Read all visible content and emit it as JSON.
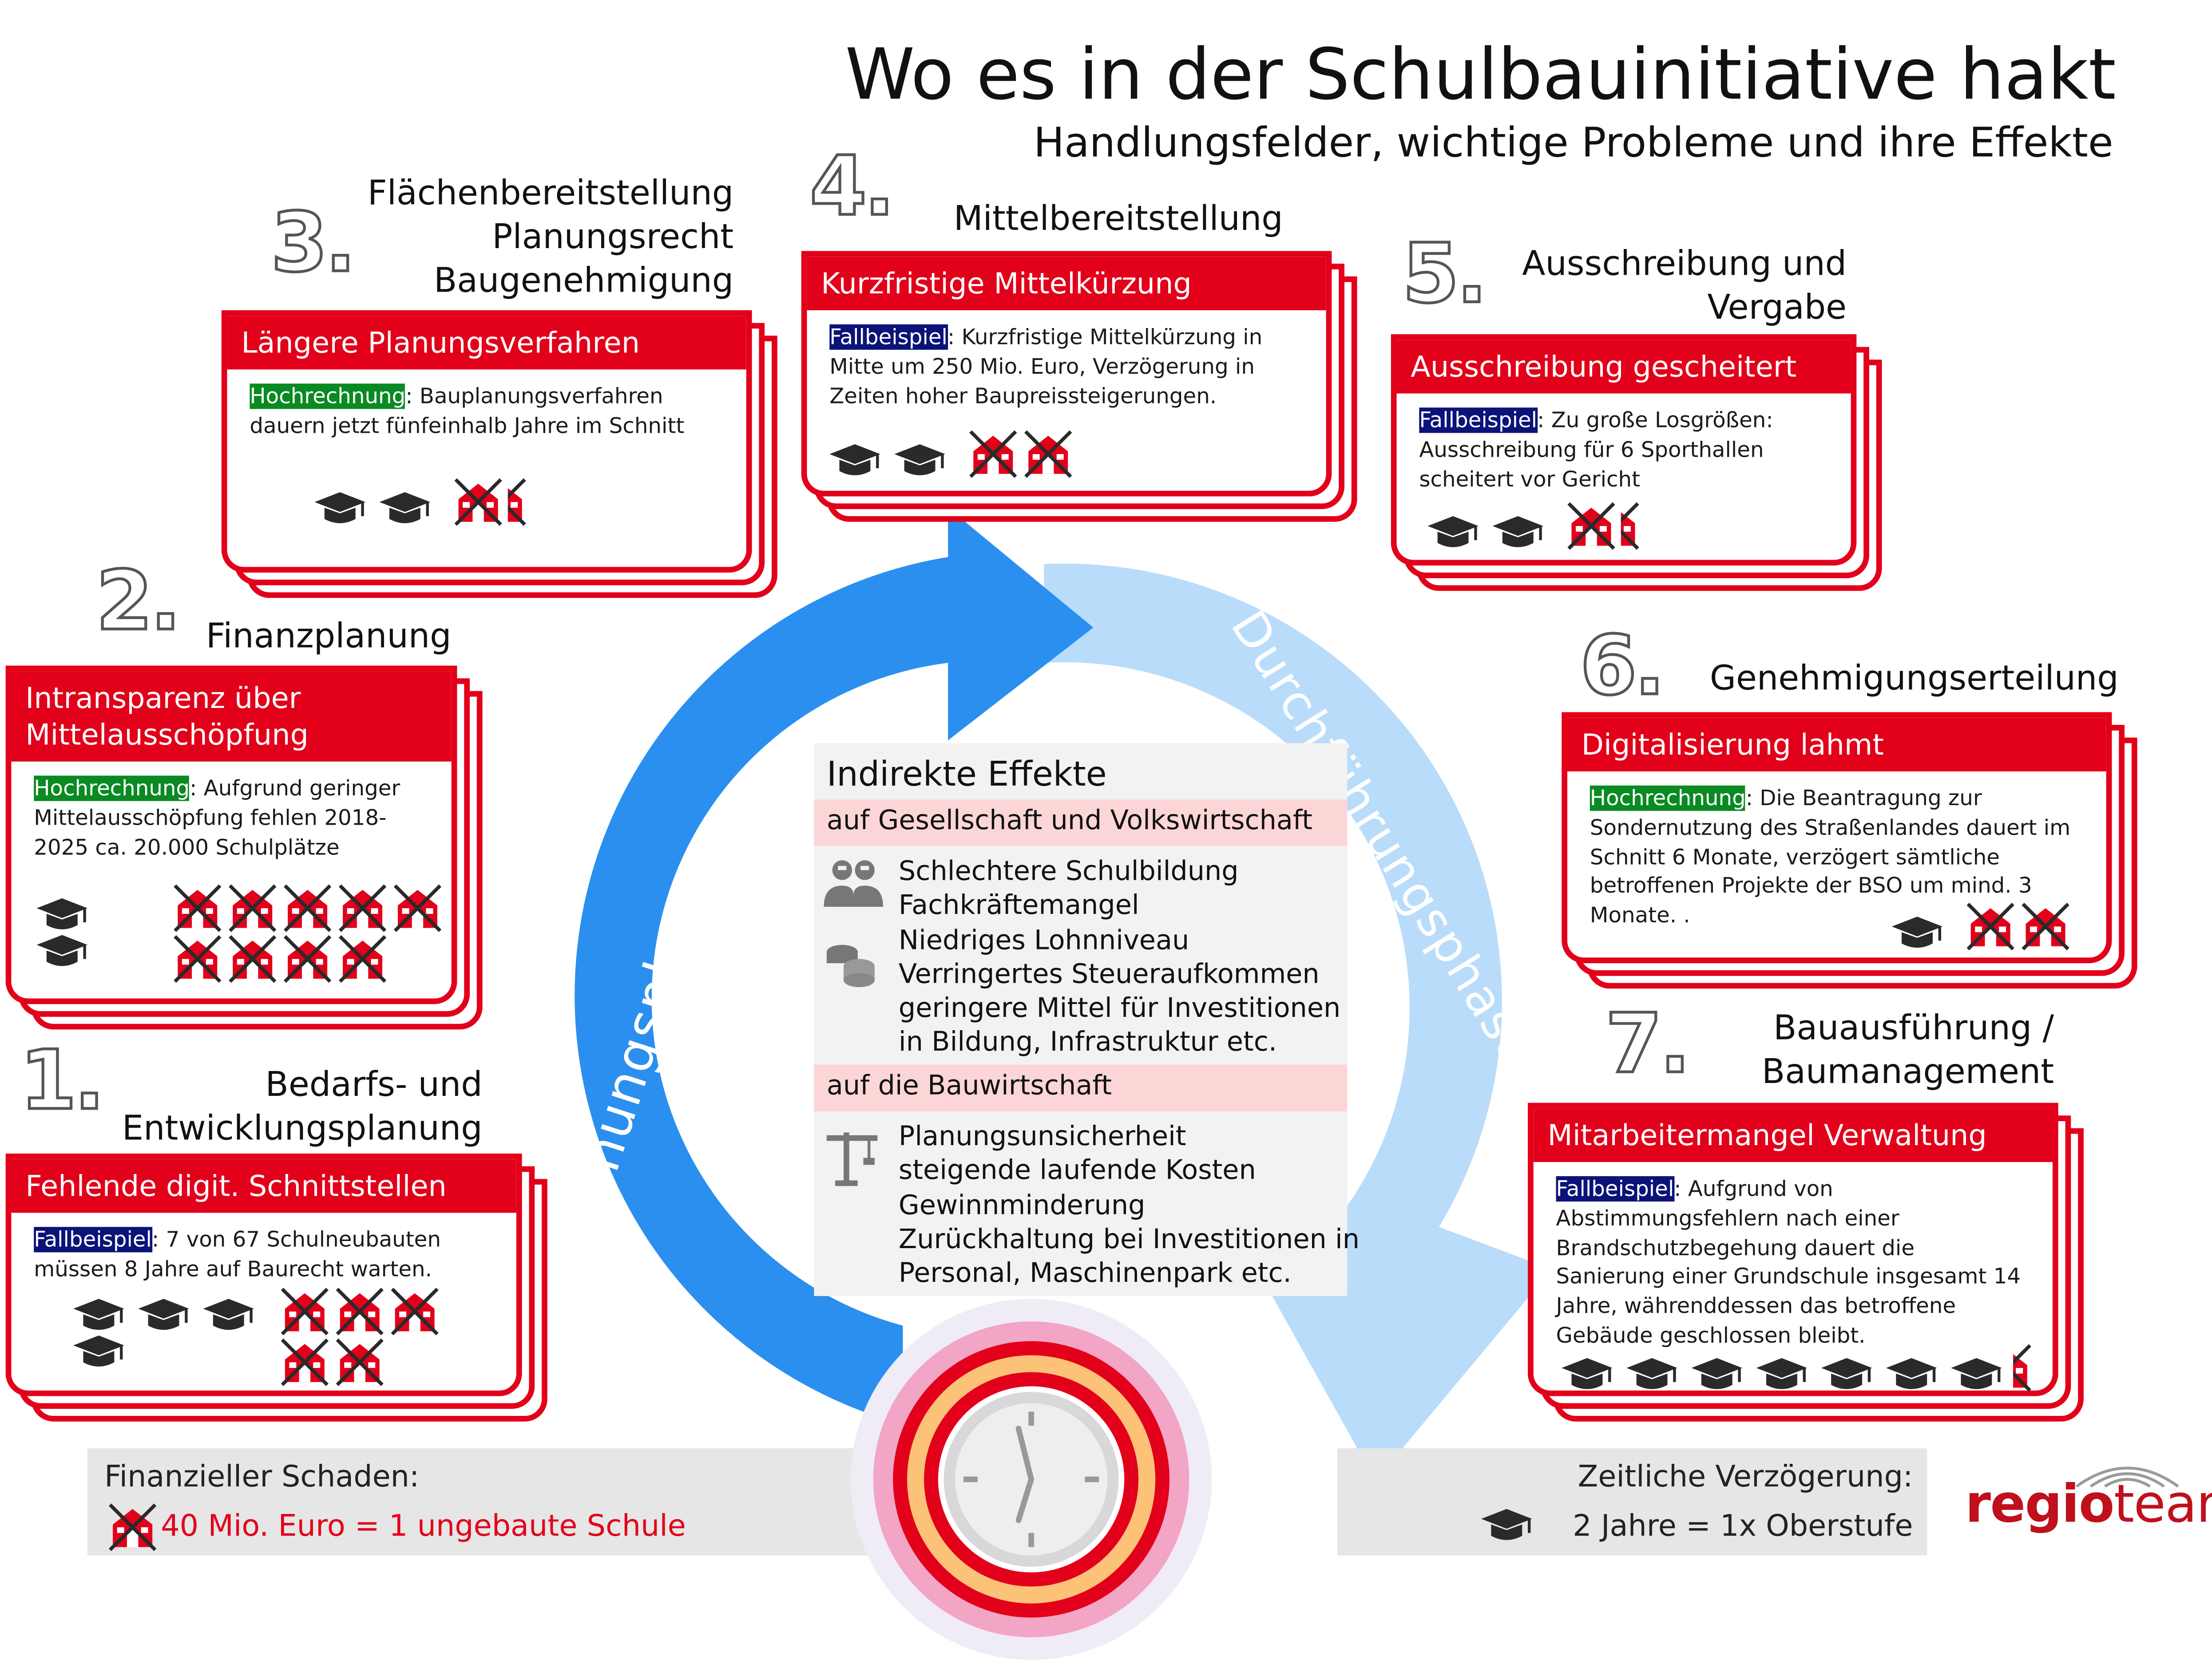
{
  "title": "Wo es in der Schulbauinitiative hakt",
  "subtitle": "Handlungsfelder, wichtige Probleme und ihre Effekte",
  "phases": {
    "planning": "Planungsphase",
    "execution": "Durchführungsphase"
  },
  "fields": [
    {
      "num": "1.",
      "label": "Bedarfs- und\nEntwicklungsplanung",
      "header": "Fehlende digit. Schnittstellen",
      "tag": "Fallbeispiel",
      "text": ": 7 von 67 Schulneubauten müssen 8 Jahre auf  Baurecht warten.",
      "caps": 4,
      "schools": 5,
      "partial": false
    },
    {
      "num": "2.",
      "label": "Finanzplanung",
      "header": "Intransparenz über\nMittelausschöpfung",
      "tag": "Hochrechnung",
      "text": ": Aufgrund geringer Mittelausschöpfung fehlen 2018-2025 ca. 20.000 Schulplätze",
      "caps": 2,
      "schools": 9,
      "partial": false
    },
    {
      "num": "3.",
      "label": "Flächenbereitstellung\nPlanungsrecht\nBaugenehmigung",
      "header": "Längere Planungsverfahren",
      "tag": "Hochrechnung",
      "text": ": Bauplanungsverfahren dauern jetzt fünfeinhalb Jahre im Schnitt",
      "caps": 2,
      "schools": 1,
      "partial": true
    },
    {
      "num": "4.",
      "label": "Mittelbereitstellung",
      "header": "Kurzfristige Mittelkürzung",
      "tag": "Fallbeispiel",
      "text": ": Kurzfristige Mittelkürzung in Mitte um 250 Mio. Euro, Verzögerung in Zeiten hoher Baupreissteigerungen.",
      "caps": 2,
      "schools": 2,
      "partial": false
    },
    {
      "num": "5.",
      "label": "Ausschreibung und\nVergabe",
      "header": "Ausschreibung gescheitert",
      "tag": "Fallbeispiel",
      "text": ": Zu große Losgrößen: Ausschreibung für 6 Sporthallen scheitert vor Gericht",
      "caps": 2,
      "schools": 1,
      "partial": true
    },
    {
      "num": "6.",
      "label": "Genehmigungserteilung",
      "header": "Digitalisierung lahmt",
      "tag": "Hochrechnung",
      "text": ": Die Beantragung zur Sondernutzung des Straßenlandes dauert im Schnitt 6 Monate, verzögert sämtliche betroffenen Projekte der BSO um mind. 3 Monate. .",
      "caps": 1,
      "schools": 2,
      "partial": false
    },
    {
      "num": "7.",
      "label": "Bauausführung /\nBaumanagement",
      "header": "Mitarbeitermangel Verwaltung",
      "tag": "Fallbeispiel",
      "text": ": Aufgrund von Abstimmungsfehlern nach einer Brandschutzbegehung dauert die Sanierung einer Grundschule insgesamt 14 Jahre, währenddessen das betroffene Gebäude geschlossen bleibt.",
      "caps": 7,
      "schools": 0,
      "partial": true
    }
  ],
  "effects": {
    "title": "Indirekte Effekte",
    "society": {
      "heading": "auf Gesellschaft und Volkswirtschaft",
      "items": [
        "Schlechtere Schulbildung",
        "Fachkräftemangel",
        "Niedriges Lohnniveau",
        "Verringertes Steueraufkommen",
        "geringere Mittel für Investitionen",
        "in Bildung, Infrastruktur etc."
      ]
    },
    "construction": {
      "heading": "auf die Bauwirtschaft",
      "items": [
        "Planungsunsicherheit",
        "steigende laufende Kosten",
        "Gewinnminderung",
        "Zurückhaltung bei Investitionen in",
        "Personal, Maschinenpark etc."
      ]
    }
  },
  "legend": {
    "financial_title": "Finanzieller Schaden:",
    "financial_value": "40 Mio. Euro = 1 ungebaute Schule",
    "time_title": "Zeitliche Verzögerung:",
    "time_value": "2  Jahre =  1x Oberstufe"
  },
  "logo": {
    "part1": "regio",
    "part2": "team"
  },
  "colors": {
    "red": "#e2001a",
    "blue": "#2b8ff0",
    "light_blue": "#b9dcfb",
    "green": "#0a8a22",
    "navy": "#0b1378"
  },
  "icons": {
    "cap": "graduation-cap-icon",
    "school": "crossed-out-school-icon",
    "people": "people-icon",
    "coins": "coins-icon",
    "crane": "crane-icon",
    "clock": "clock-icon"
  }
}
